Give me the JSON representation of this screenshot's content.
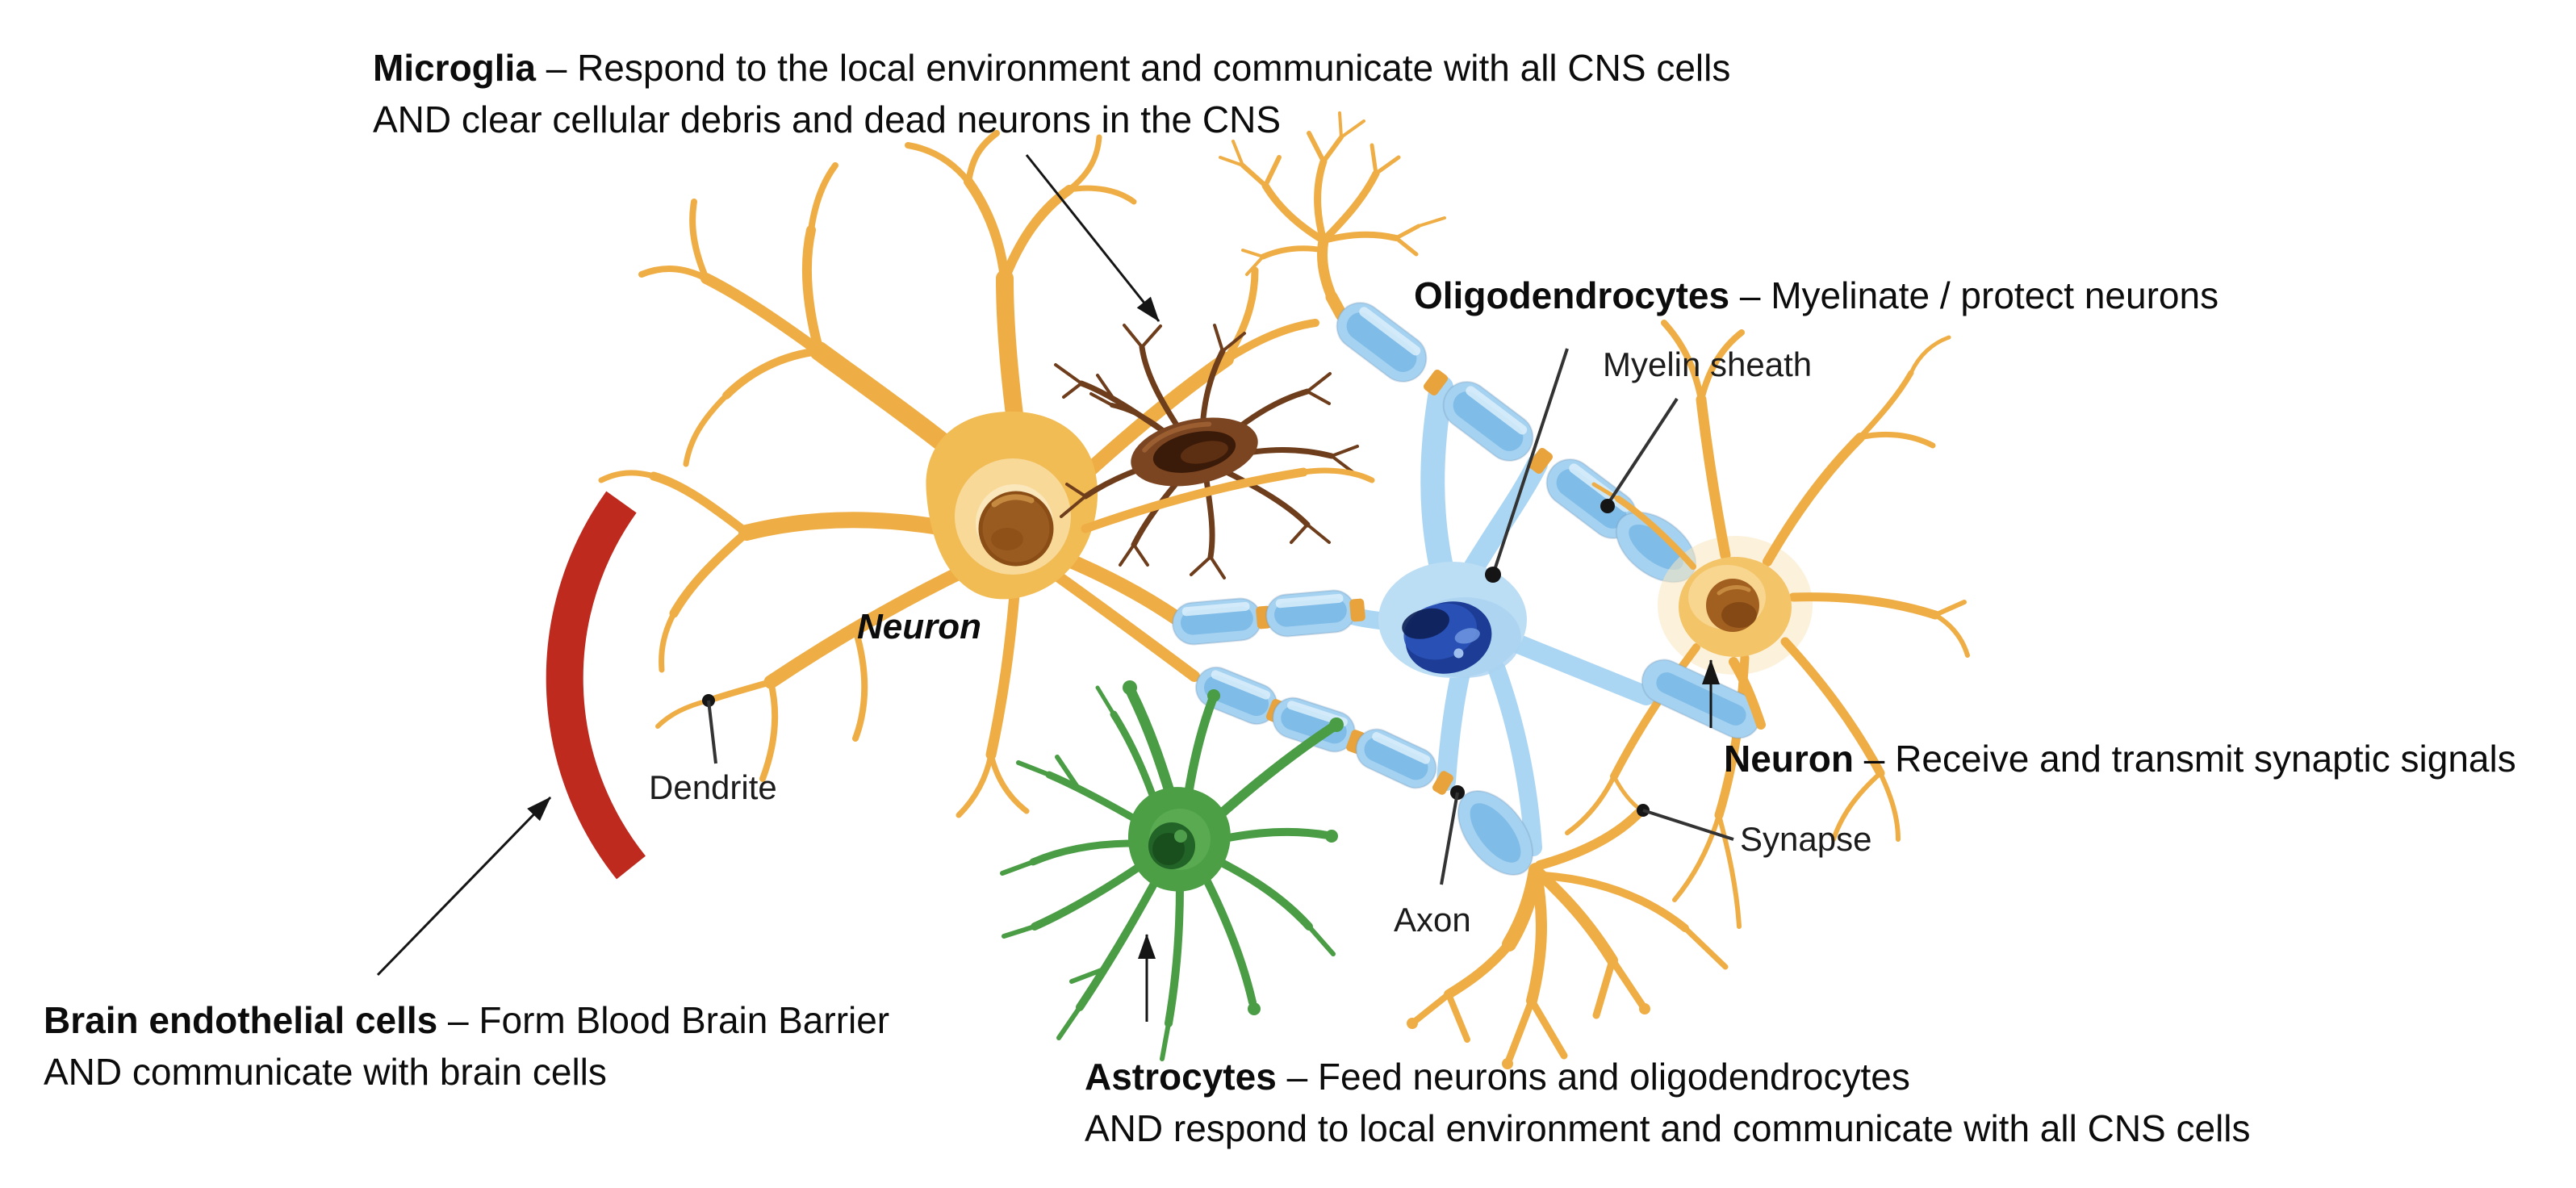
{
  "captions": {
    "microglia": {
      "name": "Microglia",
      "desc": "– Respond to the local environment and communicate with all CNS cells",
      "line2": "AND clear cellular debris and dead neurons in the CNS"
    },
    "oligodendrocytes": {
      "name": "Oligodendrocytes",
      "desc": "– Myelinate / protect neurons"
    },
    "neuron": {
      "name": "Neuron",
      "desc": "– Receive and transmit synaptic signals"
    },
    "endothelial": {
      "name": "Brain endothelial cells",
      "desc": "– Form Blood Brain Barrier",
      "line2": "AND communicate with brain cells"
    },
    "astrocytes": {
      "name": "Astrocytes",
      "desc": "– Feed neurons and oligodendrocytes",
      "line2": "AND respond to local environment and communicate with all CNS cells"
    }
  },
  "part_labels": {
    "myelin_sheath": "Myelin sheath",
    "neuron_cell": "Neuron",
    "dendrite": "Dendrite",
    "synapse": "Synapse",
    "axon": "Axon"
  },
  "colors": {
    "neuron_yellow": "#EFAE45",
    "neuron_light": "#F8DCA0",
    "nucleus_brown": "#9A5B20",
    "microglia_brown": "#6E3D1C",
    "microglia_body": "#7B4522",
    "myelin_blue": "#A5D2F0",
    "myelin_stripe": "#7FBCE8",
    "oligo_soma": "#BCDEF5",
    "oligo_nucleus": "#1C3C95",
    "astro_green": "#4A9D45",
    "astro_nucleus": "#226327",
    "node_orange": "#E8A33D",
    "bbb_red": "#BE2A1E",
    "pointer_gray": "#333333",
    "text_black": "#0C0C0C"
  }
}
